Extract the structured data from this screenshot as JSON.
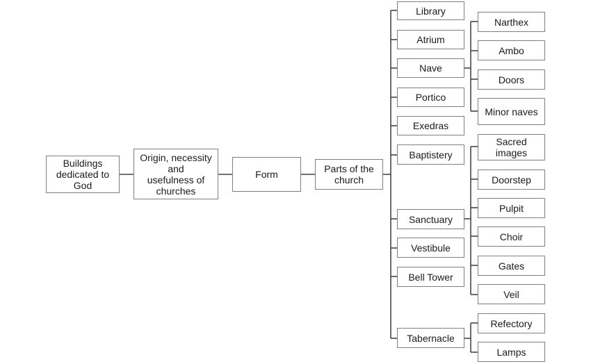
{
  "root": {
    "buildings": "Buildings\ndedicated to God",
    "origin": "Origin, necessity and\nusefulness of\nchurches",
    "form": "Form",
    "parts": "Parts of the\nchurch"
  },
  "parts_list": [
    "Library",
    "Atrium",
    "Nave",
    "Portico",
    "Exedras",
    "Baptistery",
    "Sanctuary",
    "Vestibule",
    "Bell Tower",
    "Tabernacle"
  ],
  "nave_children": [
    "Narthex",
    "Ambo",
    "Doors",
    "Minor naves"
  ],
  "sanctuary_children": [
    "Sacred images",
    "Doorstep",
    "Pulpit",
    "Choir",
    "Gates",
    "Veil"
  ],
  "tabernacle_children": [
    "Refectory",
    "Lamps"
  ],
  "colors": {
    "line": "#3d4752",
    "border": "#808080",
    "text": "#1a1a1a"
  }
}
